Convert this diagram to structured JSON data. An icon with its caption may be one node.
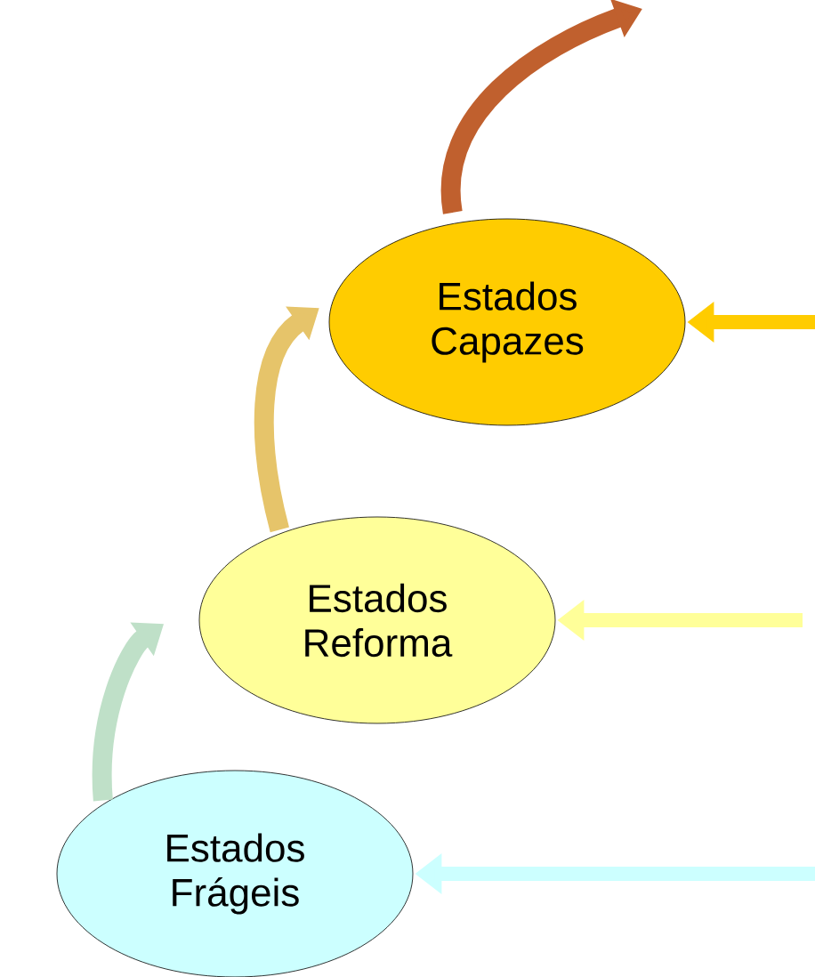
{
  "diagram": {
    "nodes": [
      {
        "text": [
          "Estados Capazes"
        ]
      },
      {
        "text": [
          "Estados Reforma"
        ]
      },
      {
        "text": [
          "Estados Frágeis"
        ]
      }
    ],
    "edges": [
      {
        "from": 2,
        "to": 1,
        "arrow": "to",
        "color": "#bfe0c8"
      },
      {
        "from": 1,
        "to": 0,
        "arrow": "to",
        "color": "#e6c46a"
      },
      {
        "from": 0,
        "to": null,
        "arrow": "to",
        "color": "#c0602e"
      },
      {
        "from": null,
        "to": 0,
        "arrow": "to",
        "color": "#ffcc00"
      },
      {
        "from": null,
        "to": 1,
        "arrow": "to",
        "color": "#ffff99"
      },
      {
        "from": null,
        "to": 2,
        "arrow": "to",
        "color": "#ccffff"
      }
    ]
  }
}
